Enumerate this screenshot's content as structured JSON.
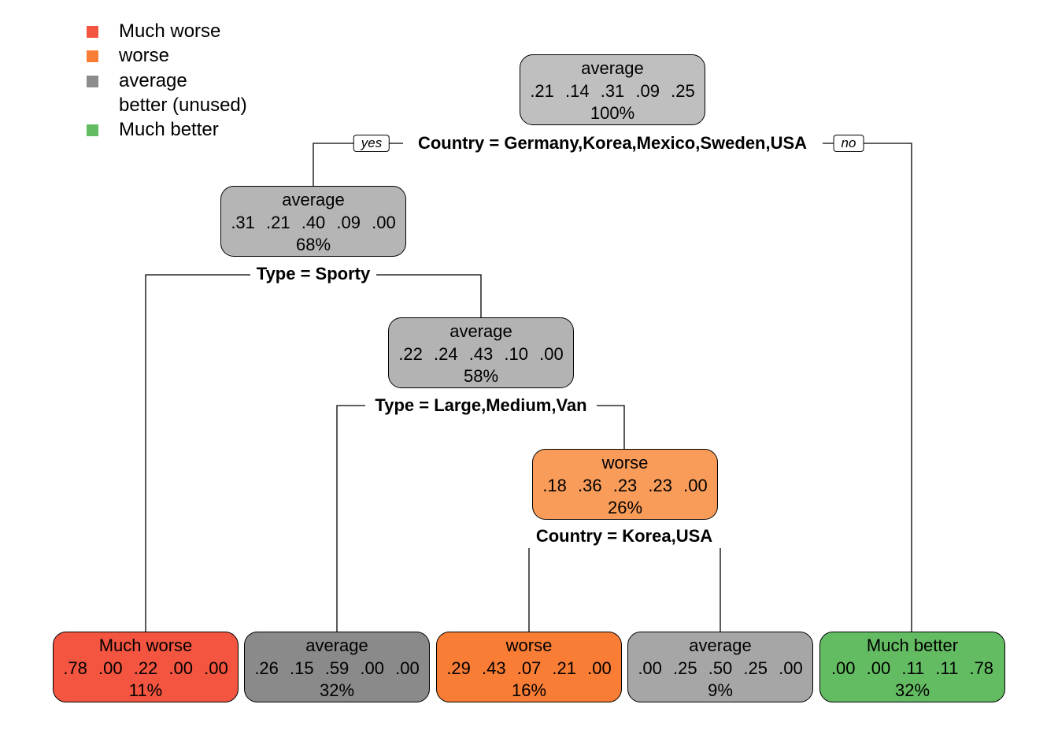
{
  "legend": [
    {
      "label": "Much worse",
      "color": "#F45540",
      "shown": true
    },
    {
      "label": "worse",
      "color": "#F97D34",
      "shown": true
    },
    {
      "label": "average",
      "color": "#8C8C8C",
      "shown": true
    },
    {
      "label": "better (unused)",
      "color": "",
      "shown": false
    },
    {
      "label": "Much better",
      "color": "#63BC62",
      "shown": true
    }
  ],
  "nodes": [
    {
      "id": "n1",
      "cls": "average",
      "probs": ".21 .14 .31 .09 .25",
      "pct": "100%",
      "fill": "#BFBFBF"
    },
    {
      "id": "n2",
      "cls": "average",
      "probs": ".31 .21 .40 .09 .00",
      "pct": "68%",
      "fill": "#B5B5B5"
    },
    {
      "id": "n5",
      "cls": "average",
      "probs": ".22 .24 .43 .10 .00",
      "pct": "58%",
      "fill": "#B3B3B3"
    },
    {
      "id": "n11",
      "cls": "worse",
      "probs": ".18 .36 .23 .23 .00",
      "pct": "26%",
      "fill": "#F99C5A"
    },
    {
      "id": "n4",
      "cls": "Much worse",
      "probs": ".78 .00 .22 .00 .00",
      "pct": "11%",
      "fill": "#F45540"
    },
    {
      "id": "n10",
      "cls": "average",
      "probs": ".26 .15 .59 .00 .00",
      "pct": "32%",
      "fill": "#8A8A8A"
    },
    {
      "id": "n22",
      "cls": "worse",
      "probs": ".29 .43 .07 .21 .00",
      "pct": "16%",
      "fill": "#F97D34"
    },
    {
      "id": "n23",
      "cls": "average",
      "probs": ".00 .25 .50 .25 .00",
      "pct": "9%",
      "fill": "#A6A6A6"
    },
    {
      "id": "n3",
      "cls": "Much better",
      "probs": ".00 .00 .11 .11 .78",
      "pct": "32%",
      "fill": "#63BC62"
    }
  ],
  "splits": {
    "root": "Country = Germany,Korea,Mexico,Sweden,USA",
    "n2": "Type = Sporty",
    "n5": "Type = Large,Medium,Van",
    "n11": "Country = Korea,USA"
  },
  "branch_labels": {
    "yes": "yes",
    "no": "no"
  }
}
